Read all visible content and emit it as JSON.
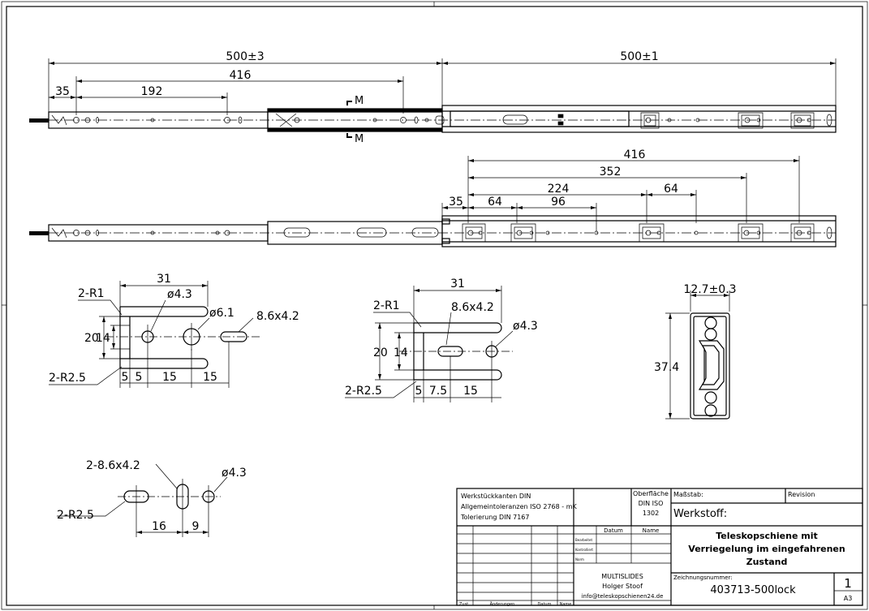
{
  "top_view": {
    "dims": {
      "overall_left": "500±3",
      "overall_right": "500±1",
      "d416": "416",
      "d35": "35",
      "d192": "192"
    },
    "section_letter": "M"
  },
  "side_view": {
    "dims": {
      "d416": "416",
      "d352": "352",
      "d35": "35",
      "d64a": "64",
      "d224": "224",
      "d96": "96",
      "d64b": "64"
    }
  },
  "detail1": {
    "w31": "31",
    "r1": "2-R1",
    "hole": "ø4.3",
    "hole2": "ø6.1",
    "slot": "8.6x4.2",
    "h20": "20",
    "h14": "14",
    "r25": "2-R2.5",
    "d5a": "5",
    "d5b": "5",
    "d15a": "15",
    "d15b": "15"
  },
  "detail2": {
    "w31": "31",
    "r1": "2-R1",
    "slot": "8.6x4.2",
    "hole": "ø4.3",
    "h20": "20",
    "h14": "14",
    "r25": "2-R2.5",
    "d5": "5",
    "d75": "7.5",
    "d15": "15"
  },
  "detail3": {
    "width": "12.7±0.3",
    "height": "37.4"
  },
  "detail4": {
    "slot": "2-8.6x4.2",
    "hole": "ø4.3",
    "r25": "2-R2.5",
    "d16": "16",
    "d9": "9"
  },
  "title_block": {
    "edges": "Werkstückkanten DIN",
    "tolerances": "Allgemeintoleranzen ISO 2768 - mK",
    "tolerancing": "Tolerierung DIN 7167",
    "surface_label": "Oberfläche",
    "surface_std1": "DIN ISO",
    "surface_std2": "1302",
    "scale_label": "Maßstab:",
    "revision_label": "Revision",
    "material_label": "Werkstoff:",
    "date_col": "Datum",
    "name_col": "Name",
    "row_drawn": "Bearbeitet",
    "row_checked": "Kontrolliert",
    "row_norm": "Norm",
    "company": "MULTISLIDES",
    "person": "Holger Stoof",
    "email": "info@teleskopschienen24.de",
    "title_line1": "Teleskopschiene mit",
    "title_line2": "Verriegelung im eingefahrenen",
    "title_line3": "Zustand",
    "drawing_no_label": "Zeichnungsnummer:",
    "drawing_no": "403713-500lock",
    "sheet": "1",
    "format": "A3",
    "bottom_state": "Zust.",
    "bottom_changes": "Änderungen",
    "bottom_date": "Datum",
    "bottom_name": "Name"
  }
}
